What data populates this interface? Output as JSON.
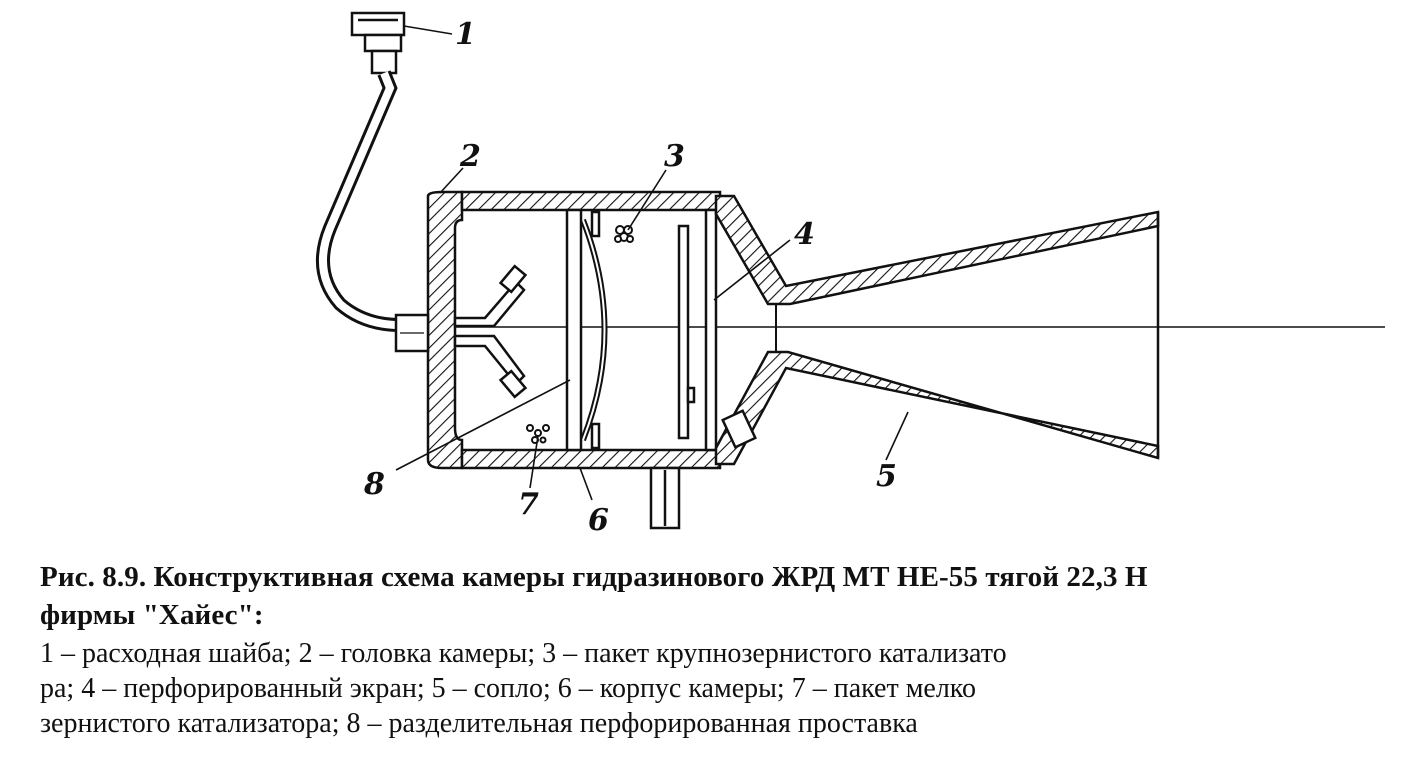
{
  "figure": {
    "callouts": [
      {
        "id": "1",
        "text": "1"
      },
      {
        "id": "2",
        "text": "2"
      },
      {
        "id": "3",
        "text": "3"
      },
      {
        "id": "4",
        "text": "4"
      },
      {
        "id": "5",
        "text": "5"
      },
      {
        "id": "6",
        "text": "6"
      },
      {
        "id": "7",
        "text": "7"
      },
      {
        "id": "8",
        "text": "8"
      }
    ]
  },
  "caption": {
    "title_line1": "Рис. 8.9. Конструктивная схема камеры гидразинового ЖРД МТ НЕ-55 тягой 22,3 Н",
    "title_line2": "фирмы \"Хайес\":",
    "legend_line1": "1 – расходная шайба;  2 – головка камеры;  3 – пакет крупнозернистого катализато",
    "legend_line2": "ра;  4 –  перфорированный экран;  5 – сопло;  6 – корпус камеры;  7 – пакет мелко",
    "legend_line3": "зернистого катализатора;  8 – разделительная перфорированная проставка"
  }
}
